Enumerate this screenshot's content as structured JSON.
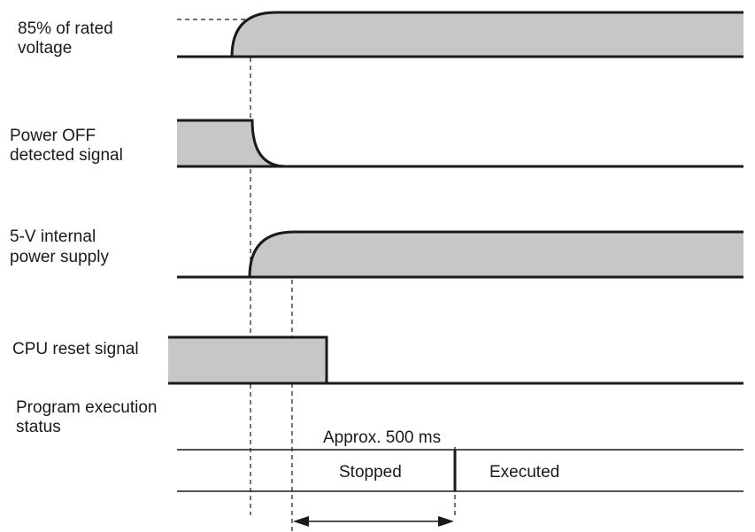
{
  "signals": {
    "rated_voltage": {
      "label_lines": [
        "85% of rated",
        "voltage"
      ]
    },
    "power_off": {
      "label_lines": [
        "Power OFF",
        "detected signal"
      ]
    },
    "internal_supply": {
      "label_lines": [
        "5-V internal",
        "power supply"
      ]
    },
    "cpu_reset": {
      "label_lines": [
        "CPU reset signal"
      ]
    },
    "program_status": {
      "label_lines": [
        "Program execution",
        "status"
      ],
      "states": {
        "stopped": "Stopped",
        "executed": "Executed"
      }
    }
  },
  "interval": {
    "label": "Approx. 500 ms"
  },
  "colors": {
    "fill": "#c7c7c7",
    "line": "#1a1a1a"
  }
}
